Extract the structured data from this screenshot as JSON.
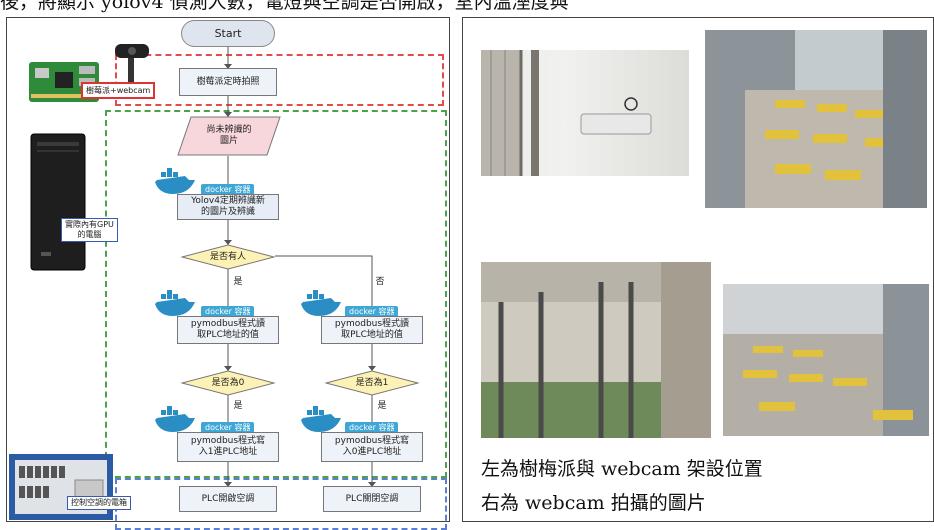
{
  "header": {
    "text": "後，將顯示 yolov4 偵測人數，電燈與空調是否開啟，室內溫溼度與"
  },
  "flowchart": {
    "start": "Start",
    "pi_label": "樹莓派+webcam",
    "gpu_label": "實際內有GPU\n的電腦",
    "plc_label": "控制空調的電箱",
    "step_capture": "樹莓派定時拍照",
    "step_image": "尚未辨識的\n圖片",
    "docker_tag": "docker 容器",
    "step_yolo": "Yolov4定期辨識新\n的圖片及辨識",
    "decision_person": "是否有人",
    "yes": "是",
    "no": "否",
    "read_left": "pymodbus程式讀\n取PLC地址的值",
    "read_right": "pymodbus程式讀\n取PLC地址的值",
    "decision_zero": "是否為0",
    "decision_one": "是否為1",
    "write_left": "pymodbus程式寫\n入1進PLC地址",
    "write_right": "pymodbus程式寫\n入0進PLC地址",
    "plc_on": "PLC開啟空調",
    "plc_off": "PLC關閉空調"
  },
  "photos": {
    "caption_line1": "左為樹梅派與 webcam 架設位置",
    "caption_line2": "右為 webcam 拍攝的圖片"
  }
}
